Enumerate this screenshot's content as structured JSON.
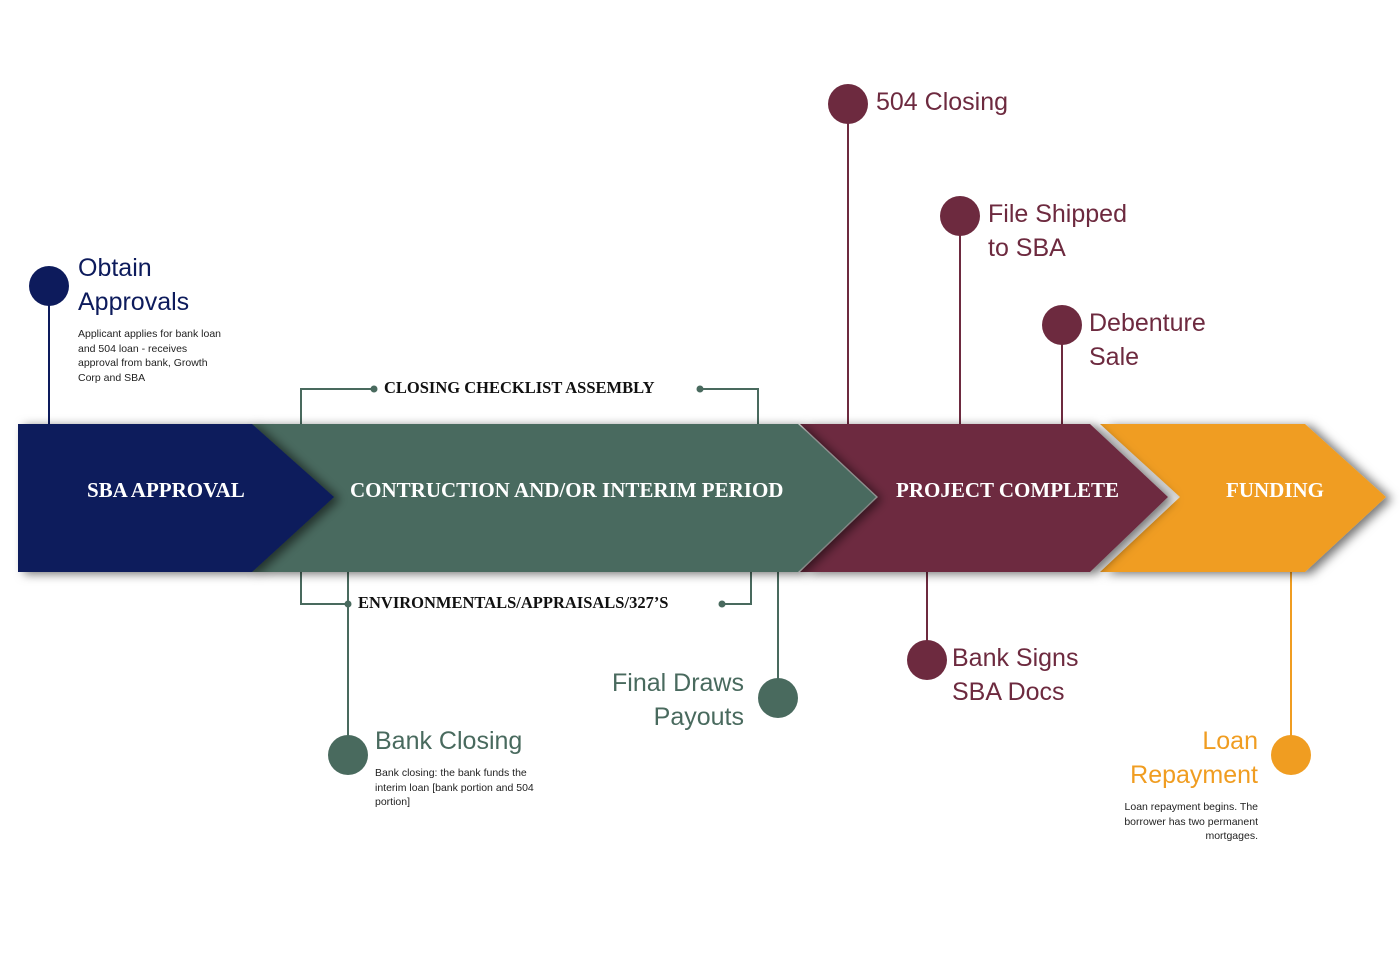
{
  "colors": {
    "sba_approval": "#0d1b5c",
    "construction": "#496a5e",
    "project_complete": "#6d2a3f",
    "funding": "#f09d21"
  },
  "stages": [
    {
      "label": "SBA APPROVAL"
    },
    {
      "label": "CONTRUCTION AND/OR INTERIM PERIOD"
    },
    {
      "label": "PROJECT COMPLETE"
    },
    {
      "label": "FUNDING"
    }
  ],
  "brackets": {
    "top": "CLOSING CHECKLIST ASSEMBLY",
    "bottom": "ENVIRONMENTALS/APPRAISALS/327’S"
  },
  "milestones": {
    "obtain_approvals": {
      "title": "Obtain\nApprovals",
      "description": "Applicant applies for bank loan and 504 loan - receives approval from bank, Growth Corp and SBA"
    },
    "closing_504": {
      "title": "504 Closing"
    },
    "file_shipped": {
      "title": "File Shipped\nto SBA"
    },
    "debenture_sale": {
      "title": "Debenture\nSale"
    },
    "bank_closing": {
      "title": "Bank Closing",
      "description": "Bank  closing:  the bank funds the interim loan [bank portion and 504 portion]"
    },
    "final_draws": {
      "title": "Final Draws\nPayouts"
    },
    "bank_signs": {
      "title": "Bank Signs\nSBA Docs"
    },
    "loan_repayment": {
      "title": "Loan\nRepayment",
      "description": "Loan repayment begins.  The borrower has two permanent mortgages."
    }
  }
}
